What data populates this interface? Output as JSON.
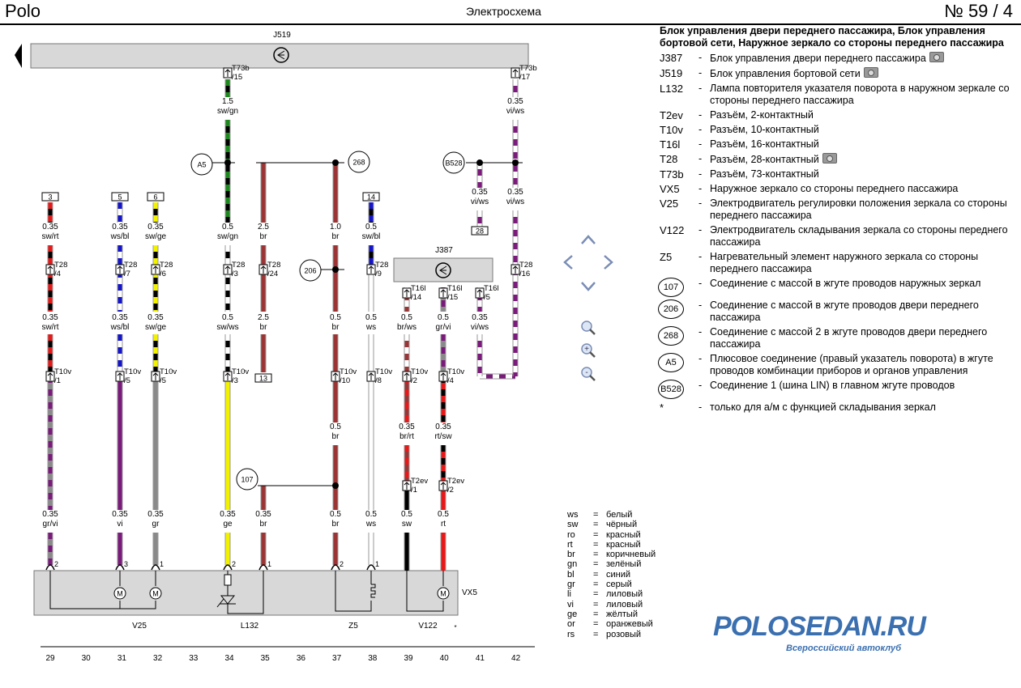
{
  "header": {
    "left": "Polo",
    "center": "Электросхема",
    "right": "№  59 / 4"
  },
  "legend": {
    "title": "Блок управления двери переднего пассажира, Блок управления бортовой сети, Наружное зеркало со стороны переднего пассажира",
    "items": [
      {
        "code": "J387",
        "sep": "-",
        "text": "Блок управления двери переднего пассажира",
        "camera": true
      },
      {
        "code": "J519",
        "sep": "-",
        "text": "Блок управления бортовой сети",
        "camera": true
      },
      {
        "code": "L132",
        "sep": "-",
        "text": "Лампа повторителя указателя поворота в наружном зеркале со стороны переднего пассажира"
      },
      {
        "code": "T2ev",
        "sep": "-",
        "text": "Разъём, 2-контактный"
      },
      {
        "code": "T10v",
        "sep": "-",
        "text": "Разъём, 10-контактный"
      },
      {
        "code": "T16l",
        "sep": "-",
        "text": "Разъём, 16-контактный"
      },
      {
        "code": "T28",
        "sep": "-",
        "text": "Разъём, 28-контактный",
        "camera": true
      },
      {
        "code": "T73b",
        "sep": "-",
        "text": "Разъём, 73-контактный"
      },
      {
        "code": "VX5",
        "sep": "-",
        "text": "Наружное зеркало со стороны переднего пассажира"
      },
      {
        "code": "V25",
        "sep": "-",
        "text": "Электродвигатель регулировки положения зеркала со стороны переднего пассажира"
      },
      {
        "code": "V122",
        "sep": "-",
        "text": "Электродвигатель складывания зеркала со стороны переднего пассажира"
      },
      {
        "code": "Z5",
        "sep": "-",
        "text": "Нагревательный элемент наружного зеркала со стороны переднего пассажира"
      },
      {
        "code": "107",
        "circle": true,
        "sep": "-",
        "text": "Соединение с массой в жгуте проводов наружных зеркал"
      },
      {
        "code": "206",
        "circle": true,
        "sep": "-",
        "text": "Соединение с массой в жгуте проводов двери переднего пассажира"
      },
      {
        "code": "268",
        "circle": true,
        "sep": "-",
        "text": "Соединение с массой 2 в жгуте проводов двери переднего пассажира"
      },
      {
        "code": "A5",
        "circle": true,
        "sep": "-",
        "text": "Плюсовое соединение (правый указатель поворота) в жгуте проводов комбинации приборов и органов управления"
      },
      {
        "code": "B528",
        "circle": true,
        "sep": "-",
        "text": "Соединение 1 (шина LIN) в главном жгуте проводов"
      },
      {
        "code": "*",
        "sep": "-",
        "text": "только для а/м с функцией складывания зеркал"
      }
    ]
  },
  "color_codes": [
    {
      "k": "ws",
      "e": "=",
      "v": "белый"
    },
    {
      "k": "sw",
      "e": "=",
      "v": "чёрный"
    },
    {
      "k": "ro",
      "e": "=",
      "v": "красный"
    },
    {
      "k": "rt",
      "e": "=",
      "v": "красный"
    },
    {
      "k": "br",
      "e": "=",
      "v": "коричневый"
    },
    {
      "k": "gn",
      "e": "=",
      "v": "зелёный"
    },
    {
      "k": "bl",
      "e": "=",
      "v": "синий"
    },
    {
      "k": "gr",
      "e": "=",
      "v": "серый"
    },
    {
      "k": "li",
      "e": "=",
      "v": "лиловый"
    },
    {
      "k": "vi",
      "e": "=",
      "v": "лиловый"
    },
    {
      "k": "ge",
      "e": "=",
      "v": "жёлтый"
    },
    {
      "k": "or",
      "e": "=",
      "v": "оранжевый"
    },
    {
      "k": "rs",
      "e": "=",
      "v": "розовый"
    }
  ],
  "wire_colors": {
    "sw": "#000000",
    "ws": "#ffffff",
    "rt": "#e81818",
    "br": "#9b3535",
    "gn": "#1e8a1e",
    "bl": "#1414c8",
    "gr": "#8a8a8a",
    "vi": "#7a1a7a",
    "ge": "#f2f200"
  },
  "components": {
    "J519": "J519",
    "J387": "J387",
    "VX5": "VX5",
    "V25": "V25",
    "L132": "L132",
    "Z5": "Z5",
    "V122": "V122",
    "star": "*"
  },
  "nodes": [
    "A5",
    "268",
    "206",
    "107",
    "B528"
  ],
  "wires": [
    {
      "box": "3",
      "labels": [
        [
          "0.35",
          "sw/rt"
        ],
        [
          "0.35",
          "sw/rt"
        ],
        [
          "0.35",
          "gr/vi"
        ]
      ],
      "conn": [
        [
          "T28",
          "/4"
        ],
        [
          "T10v",
          "/1"
        ]
      ],
      "pin": "2"
    },
    {
      "box": "5",
      "labels": [
        [
          "0.35",
          "ws/bl"
        ],
        [
          "0.35",
          "ws/bl"
        ],
        [
          "0.35",
          "vi"
        ]
      ],
      "conn": [
        [
          "T28",
          "/7"
        ],
        [
          "T10v",
          "/5"
        ]
      ],
      "pin": "3"
    },
    {
      "box": "6",
      "labels": [
        [
          "0.35",
          "sw/ge"
        ],
        [
          "0.35",
          "sw/ge"
        ],
        [
          "0.35",
          "gr"
        ]
      ],
      "conn": [
        [
          "T28",
          "/6"
        ],
        [
          "T10v",
          "/5"
        ]
      ],
      "pin": "1"
    },
    {
      "labels": [
        [
          "1.5",
          "sw/gn"
        ],
        [
          "0.5",
          "sw/gn"
        ],
        [
          "0.5",
          "sw/ws"
        ],
        [
          "0.35",
          "ge"
        ]
      ],
      "conn": [
        [
          "T73b",
          "/15"
        ],
        [
          "T28",
          "/3"
        ],
        [
          "T10v",
          "/3"
        ]
      ],
      "pin": "2"
    },
    {
      "box": "13",
      "labels": [
        [
          "2.5",
          "br"
        ],
        [
          "2.5",
          "br"
        ],
        [
          "0.35",
          "br"
        ]
      ],
      "conn": [
        [
          "T28",
          "/24"
        ]
      ],
      "pin": "1"
    },
    {
      "labels": [
        [
          "1.0",
          "br"
        ],
        [
          "0.5",
          "br"
        ],
        [
          "0.5",
          "br"
        ],
        [
          "0.5",
          "br"
        ]
      ],
      "conn": [
        [
          "T10v",
          "/10"
        ]
      ],
      "pin": "2"
    },
    {
      "box": "14",
      "labels": [
        [
          "0.5",
          "sw/bl"
        ],
        [
          "0.5",
          "ws"
        ],
        [
          "0.5",
          "ws"
        ]
      ],
      "conn": [
        [
          "T28",
          "/9"
        ],
        [
          "T10v",
          "/8"
        ]
      ],
      "pin": "1"
    },
    {
      "labels": [
        [
          "0.5",
          "br/ws"
        ],
        [
          "0.35",
          "br/rt"
        ],
        [
          "0.5",
          "sw"
        ]
      ],
      "conn": [
        [
          "T16l",
          "/14"
        ],
        [
          "T10v",
          "/2"
        ],
        [
          "T2ev",
          "/1"
        ]
      ]
    },
    {
      "labels": [
        [
          "0.5",
          "gr/vi"
        ],
        [
          "0.35",
          "rt/sw"
        ],
        [
          "0.5",
          "rt"
        ]
      ],
      "conn": [
        [
          "T16l",
          "/15"
        ],
        [
          "T10v",
          "/4"
        ],
        [
          "T2ev",
          "/2"
        ]
      ]
    },
    {
      "labels": [
        [
          "0.35",
          "vi/ws"
        ]
      ],
      "conn": [
        [
          "T16l",
          "/5"
        ]
      ]
    },
    {
      "box": "28",
      "labels": [
        [
          "0.35",
          "vi/ws"
        ]
      ],
      "conn": []
    },
    {
      "labels": [
        [
          "0.35",
          "vi/ws"
        ],
        [
          "0.35",
          "vi/ws"
        ]
      ],
      "conn": [
        [
          "T73b",
          "/17"
        ],
        [
          "T28",
          "/16"
        ]
      ]
    }
  ],
  "column_numbers": [
    "29",
    "30",
    "31",
    "32",
    "33",
    "34",
    "35",
    "36",
    "37",
    "38",
    "39",
    "40",
    "41",
    "42"
  ],
  "watermark": {
    "title": "POLOSEDAN.RU",
    "subtitle": "Всероссийский автоклуб"
  }
}
